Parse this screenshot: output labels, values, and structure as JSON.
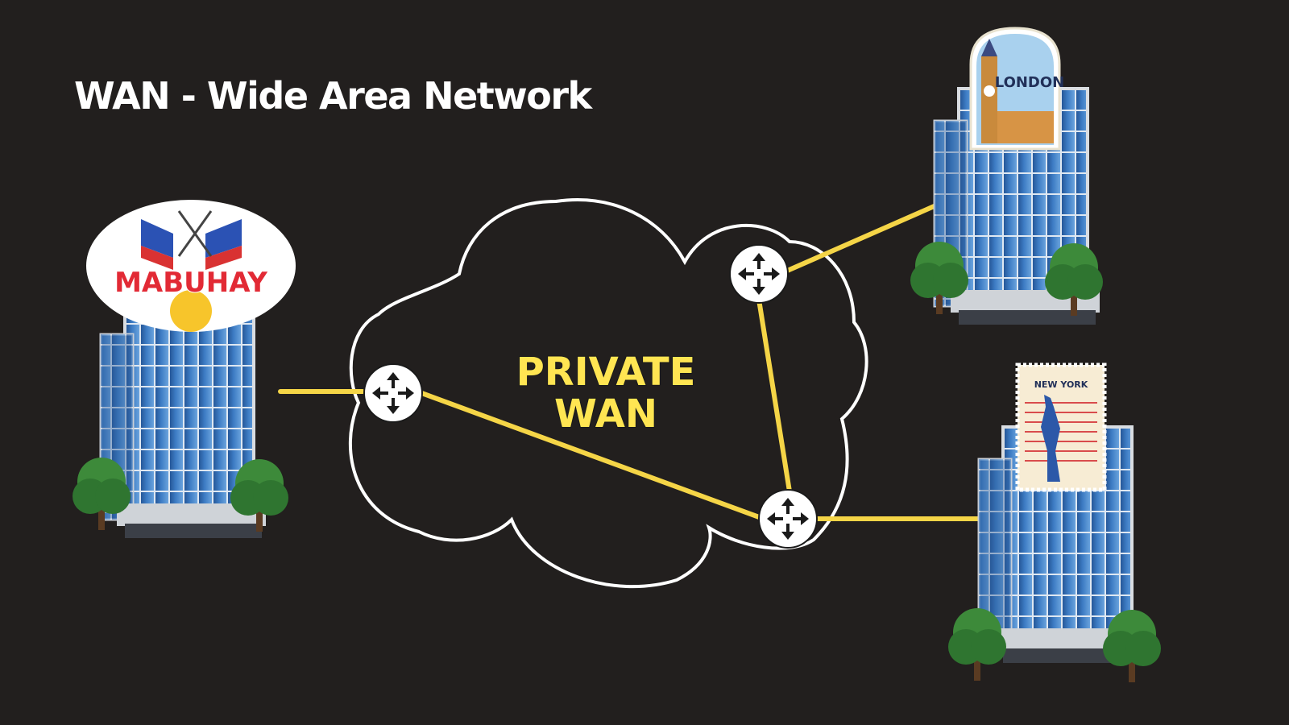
{
  "title": "WAN - Wide Area Network",
  "cloud": {
    "line1": "PRIVATE",
    "line2": "WAN"
  },
  "sites": {
    "philippines": {
      "sticker_text": "MABUHAY"
    },
    "london": {
      "sticker_text": "LONDON"
    },
    "new_york": {
      "sticker_text": "NEW YORK"
    }
  },
  "colors": {
    "background": "#221f1e",
    "link": "#f5d547",
    "cloud_outline": "#ffffff",
    "label": "#ffe552"
  }
}
